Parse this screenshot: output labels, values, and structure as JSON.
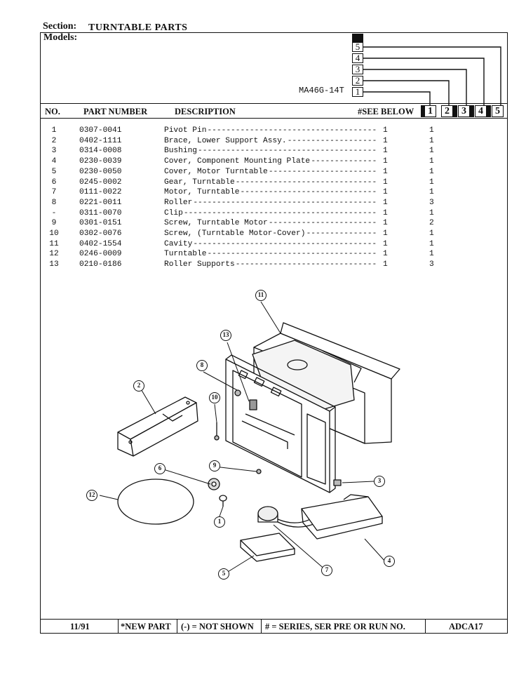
{
  "header": {
    "section_label": "Section:",
    "section_title": "TURNTABLE PARTS",
    "models_label": "Models:",
    "model_name": "MA46G-14T",
    "model_boxes": [
      "5",
      "4",
      "3",
      "2",
      "1"
    ]
  },
  "columns": {
    "no": "NO.",
    "part_number": "PART NUMBER",
    "description": "DESCRIPTION",
    "see_below": "#SEE BELOW",
    "model_cols": [
      "1",
      "2",
      "3",
      "4",
      "5"
    ]
  },
  "parts": [
    {
      "no": "1",
      "part": "0307-0041",
      "desc": "Pivot Pin",
      "see": "1",
      "q1": "1"
    },
    {
      "no": "2",
      "part": "0402-1111",
      "desc": "Brace, Lower Support Assy.",
      "see": "1",
      "q1": "1"
    },
    {
      "no": "3",
      "part": "0314-0008",
      "desc": "Bushing",
      "see": "1",
      "q1": "1"
    },
    {
      "no": "4",
      "part": "0230-0039",
      "desc": "Cover, Component Mounting Plate",
      "see": "1",
      "q1": "1"
    },
    {
      "no": "5",
      "part": "0230-0050",
      "desc": "Cover, Motor Turntable",
      "see": "1",
      "q1": "1"
    },
    {
      "no": "6",
      "part": "0245-0002",
      "desc": "Gear, Turntable",
      "see": "1",
      "q1": "1"
    },
    {
      "no": "7",
      "part": "0111-0022",
      "desc": "Motor, Turntable",
      "see": "1",
      "q1": "1"
    },
    {
      "no": "8",
      "part": "0221-0011",
      "desc": "Roller",
      "see": "1",
      "q1": "3"
    },
    {
      "no": "-",
      "part": "0311-0070",
      "desc": "Clip",
      "see": "1",
      "q1": "1"
    },
    {
      "no": "9",
      "part": "0301-0151",
      "desc": "Screw, Turntable Motor",
      "see": "1",
      "q1": "2"
    },
    {
      "no": "10",
      "part": "0302-0076",
      "desc": "Screw, (Turntable Motor-Cover)",
      "see": "1",
      "q1": "1"
    },
    {
      "no": "11",
      "part": "0402-1554",
      "desc": "Cavity",
      "see": "1",
      "q1": "1"
    },
    {
      "no": "12",
      "part": "0246-0009",
      "desc": "Turntable",
      "see": "1",
      "q1": "1"
    },
    {
      "no": "13",
      "part": "0210-0186",
      "desc": "Roller Supports",
      "see": "1",
      "q1": "3"
    }
  ],
  "callouts": [
    "1",
    "2",
    "3",
    "4",
    "5",
    "6",
    "7",
    "8",
    "9",
    "10",
    "11",
    "12",
    "13"
  ],
  "footer": {
    "date": "11/91",
    "new_part": "*NEW PART",
    "not_shown": "(-) = NOT SHOWN",
    "series": "# = SERIES, SER PRE OR RUN NO.",
    "code": "ADCA17"
  }
}
